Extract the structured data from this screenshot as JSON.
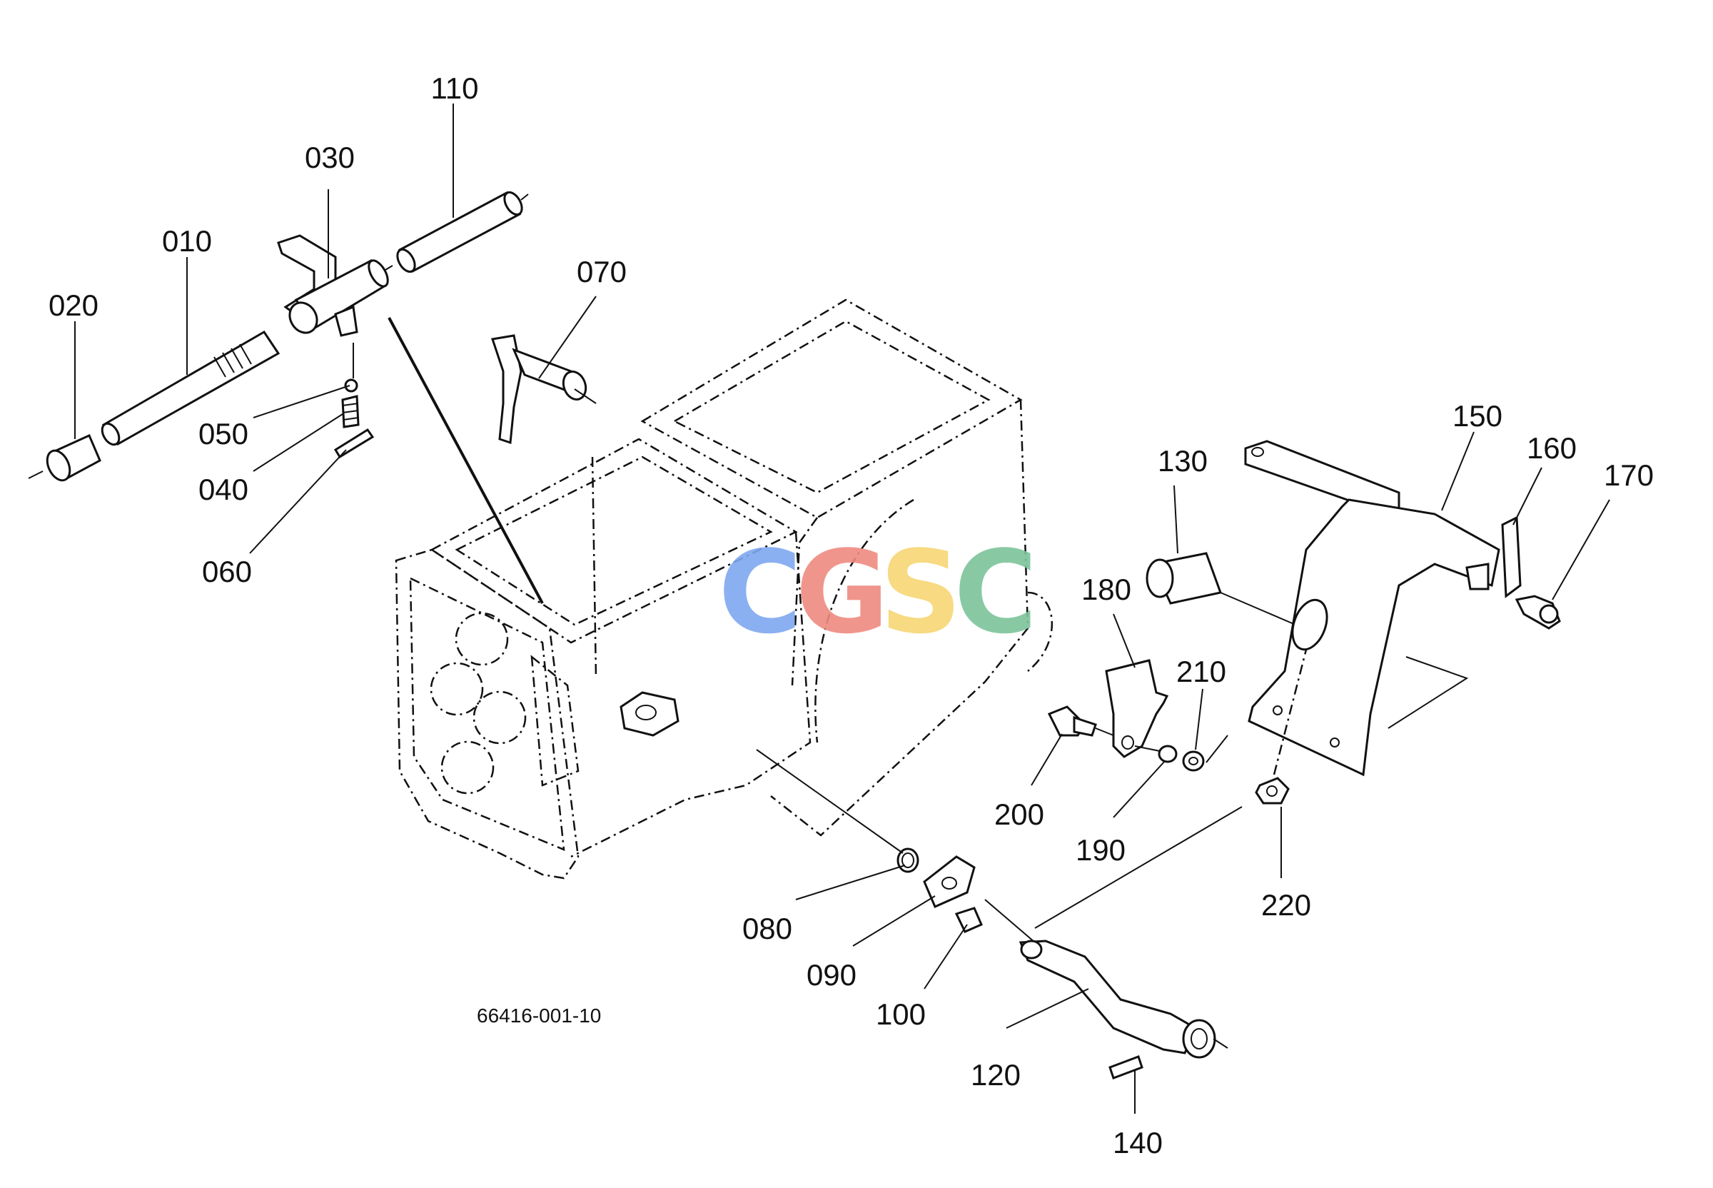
{
  "watermark": {
    "letters": [
      {
        "char": "C",
        "color": "#7fa8f0"
      },
      {
        "char": "G",
        "color": "#ef8a80"
      },
      {
        "char": "S",
        "color": "#f7d774"
      },
      {
        "char": "C",
        "color": "#7cc49a"
      }
    ]
  },
  "drawing_number": "66416-001-10",
  "callouts": {
    "c010": "010",
    "c020": "020",
    "c030": "030",
    "c040": "040",
    "c050": "050",
    "c060": "060",
    "c070": "070",
    "c080": "080",
    "c090": "090",
    "c100": "100",
    "c110": "110",
    "c120": "120",
    "c130": "130",
    "c140": "140",
    "c150": "150",
    "c160": "160",
    "c170": "170",
    "c180": "180",
    "c190": "190",
    "c200": "200",
    "c210": "210",
    "c220": "220"
  }
}
